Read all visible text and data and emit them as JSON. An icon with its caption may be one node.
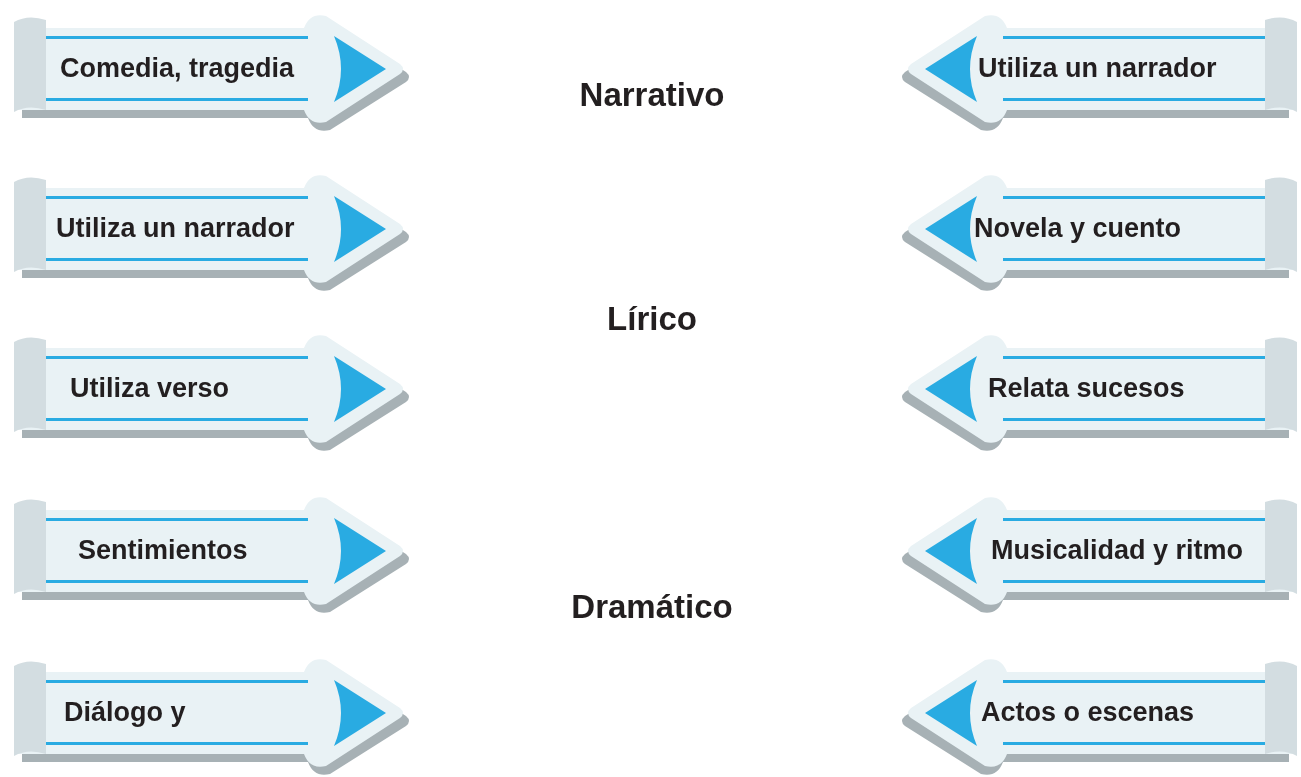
{
  "diagram": {
    "nodes": [
      {
        "text": [
          "Comedia, tragedia"
        ]
      },
      {
        "text": [
          "Utiliza un narrador"
        ]
      },
      {
        "text": [
          "Utiliza un narrador"
        ]
      },
      {
        "text": [
          "Novela y cuento"
        ]
      },
      {
        "text": [
          "Utiliza verso"
        ]
      },
      {
        "text": [
          "Relata sucesos"
        ]
      },
      {
        "text": [
          "Sentimientos"
        ]
      },
      {
        "text": [
          "Musicalidad y ritmo"
        ]
      },
      {
        "text": [
          "Diálogo y"
        ]
      },
      {
        "text": [
          "Actos o escenas"
        ]
      }
    ],
    "edges": [],
    "labels": [
      "Narrativo",
      "Lírico",
      "Dramático"
    ]
  }
}
